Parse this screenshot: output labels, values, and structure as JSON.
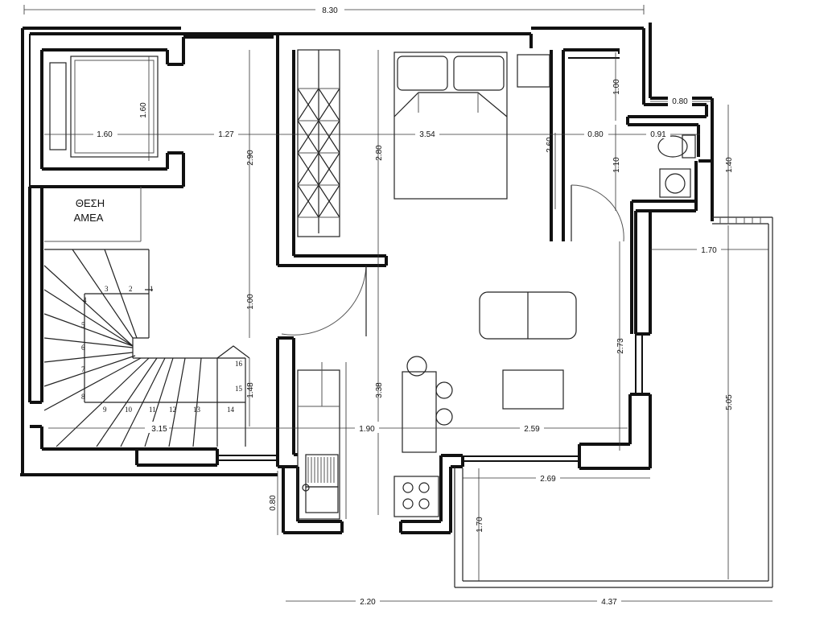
{
  "plan": {
    "room_label_line1": "ΘΕΣΗ",
    "room_label_line2": "ΑΜΕΑ",
    "dimensions": {
      "overall_top": "8.30",
      "bedroom_small_w": "1.60",
      "bedroom_small_h": "1.60",
      "corridor_w": "1.27",
      "hall_h": "2.90",
      "wardrobe_h": "2.80",
      "bedroom_w": "3.54",
      "bedroom_h": "2.60",
      "bath_h_top": "1.00",
      "bath_w": "0.80",
      "bath_w2": "0.91",
      "bath_h": "1.10",
      "ext_w_top": "0.80",
      "ext_h": "1.40",
      "balcony_w": "1.70",
      "hall_mid_h": "1.00",
      "stair_w": "3.15",
      "stair_h": "1.48",
      "living_h": "3.38",
      "kitchen_w": "1.90",
      "living_w": "2.59",
      "living_h2": "2.73",
      "balcony_h": "5.05",
      "terrace_w": "2.69",
      "terrace_h": "1.70",
      "kitchen_h": "0.80",
      "bottom_left": "2.20",
      "bottom_right": "4.37"
    },
    "stair_steps": [
      "1",
      "2",
      "3",
      "4",
      "5",
      "6",
      "7",
      "8",
      "9",
      "10",
      "11",
      "12",
      "13",
      "14",
      "15",
      "16"
    ]
  }
}
